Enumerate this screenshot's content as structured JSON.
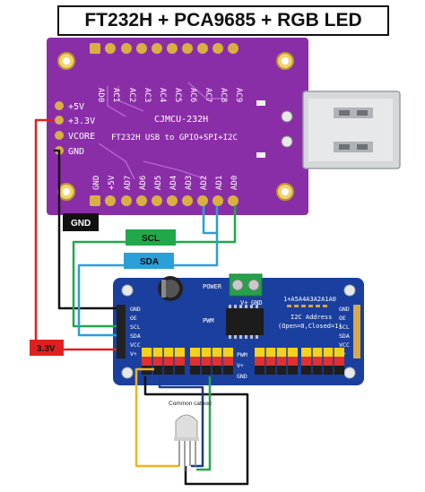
{
  "title": "FT232H + PCA9685 + RGB LED",
  "ft232h": {
    "name": "CJMCU-232H",
    "description": "FT232H USB to GPIO+SPI+I2C",
    "top_pins": [
      "AD0",
      "AC1",
      "AC2",
      "AC3",
      "AC4",
      "AC5",
      "AC6",
      "AC7",
      "AC8",
      "AC9"
    ],
    "bottom_pins": [
      "GND",
      "+5V",
      "AD7",
      "AD6",
      "AD5",
      "AD4",
      "AD3",
      "AD2",
      "AD1",
      "AD0"
    ],
    "left_pins": [
      "+5V",
      "+3.3V",
      "VCORE",
      "GND"
    ],
    "board_color": "#8a2ea8"
  },
  "pca9685": {
    "power_label": "POWER",
    "pwm_label": "PWM",
    "address_label": "I2C Address",
    "address_hint": "(Open=0,Closed=1)",
    "address_bits": "1+A5A4A3A2A1A0",
    "left_pins": [
      "GND",
      "OE",
      "SCL",
      "SDA",
      "VCC",
      "V+"
    ],
    "right_pins": [
      "GND",
      "OE",
      "SCL",
      "SDA",
      "VCC",
      "V+"
    ],
    "terminal_labels": [
      "V+",
      "GND"
    ],
    "side_labels": [
      "PWM",
      "V+",
      "GND"
    ],
    "board_color": "#1a3f9e"
  },
  "labels": {
    "gnd": "GND",
    "scl": "SCL",
    "sda": "SDA",
    "v33": "3.3V",
    "common": "Common cathod"
  },
  "colors": {
    "red_wire": "#e02020",
    "black_wire": "#111111",
    "green_wire": "#21a84a",
    "blue_wire": "#2a9fd8",
    "yellow_wire": "#f2b21b",
    "navy_wire": "#1e3a8a"
  }
}
